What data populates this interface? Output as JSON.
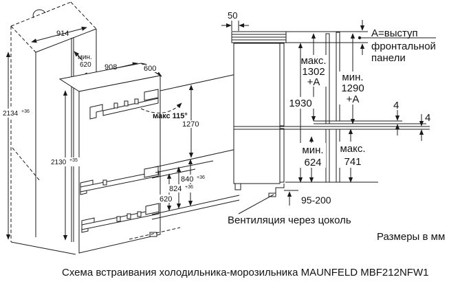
{
  "caption": "Схема встраивания холодильника-морозильника MAUNFELD MBF212NFW1",
  "units_note": "Размеры в мм",
  "front_view": {
    "top_width": "914",
    "niche_min": {
      "label": "мин.",
      "value": "620"
    },
    "appliance_width": "908",
    "appliance_depth": "600",
    "total_height": {
      "value": "2134",
      "tolerance": "+36"
    },
    "niche_height": {
      "value": "2130",
      "tolerance": "+35"
    },
    "door_angle": "макс 115°",
    "upper_door_height": "1270",
    "dim_840": {
      "value": "840",
      "tolerance": "+36"
    },
    "dim_824": {
      "value": "824",
      "tolerance": "+36"
    },
    "dim_620": "620"
  },
  "side_view": {
    "top_gap": "50",
    "protrusion_note": {
      "line1": "А=выступ",
      "line2": "фронтальной",
      "line3": "панели"
    },
    "front_panel_max": {
      "line1": "макс.",
      "line2": "1302",
      "line3": "+А"
    },
    "front_panel_min": {
      "line1": "мин.",
      "line2": "1290",
      "line3": "+А"
    },
    "niche_height": "1930",
    "gap_top": "4",
    "gap_bottom": "4",
    "lower_panel_min": {
      "line1": "мин.",
      "line2": "624"
    },
    "lower_panel_max": {
      "line1": "макс.",
      "line2": "741"
    },
    "plinth_range": "95-200",
    "vent_note": "Вентиляция через цоколь"
  }
}
